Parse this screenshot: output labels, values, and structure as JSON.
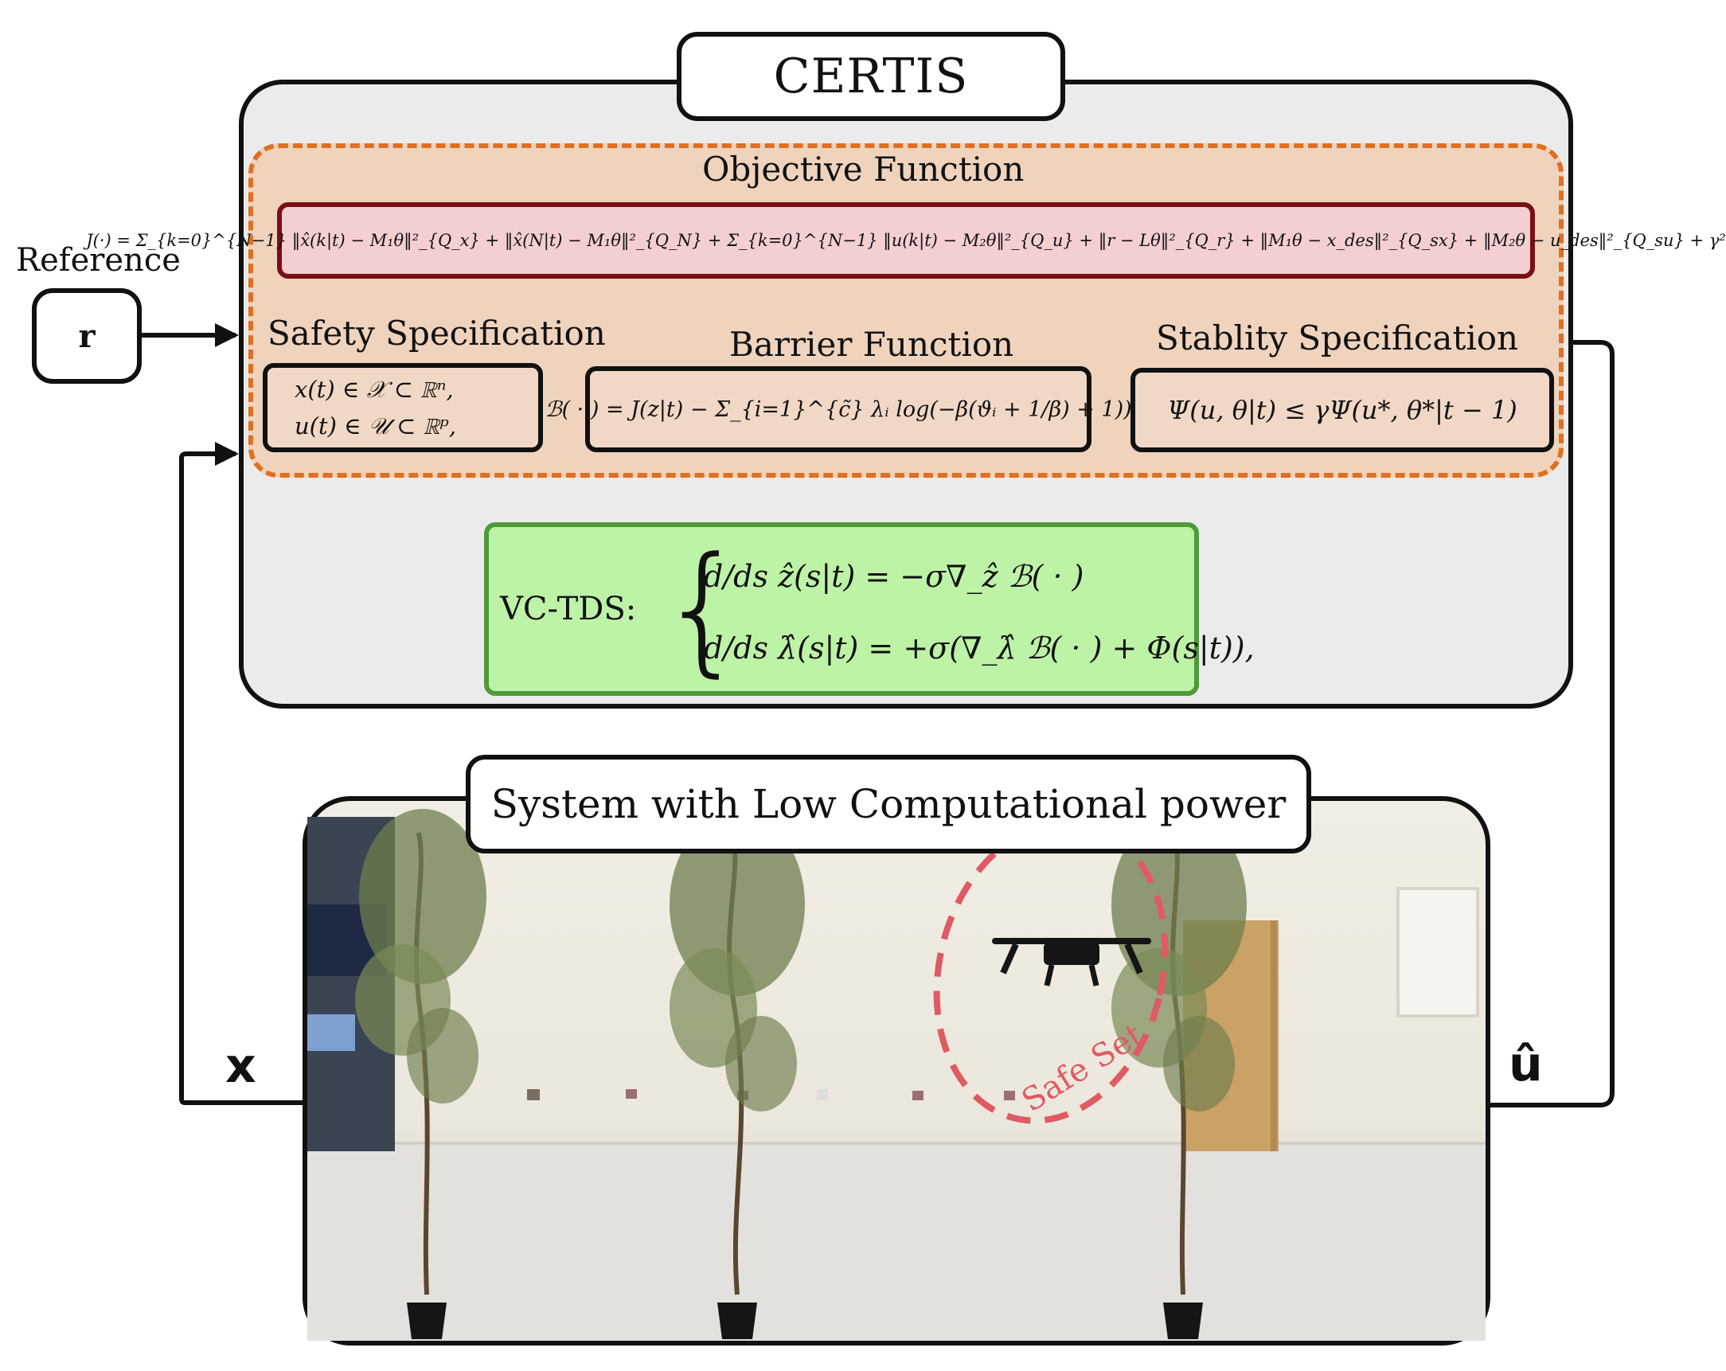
{
  "title": "CERTIS",
  "reference": {
    "label": "Reference",
    "symbol": "r"
  },
  "objective": {
    "title": "Objective Function",
    "equation": "J(·) = Σ_{k=0}^{N−1} ‖x̂(k|t) − M₁θ‖²_{Q_x} + ‖x̂(N|t) − M₁θ‖²_{Q_N} + Σ_{k=0}^{N−1} ‖u(k|t) − M₂θ‖²_{Q_u} + ‖r − Lθ‖²_{Q_r} + ‖M₁θ − x_des‖²_{Q_sx} + ‖M₂θ − u_des‖²_{Q_su} + γ²"
  },
  "safety": {
    "title": "Safety Specification",
    "line1": "x(t) ∈ 𝒳 ⊂ ℝⁿ,",
    "line2": "u(t) ∈ 𝒰 ⊂ ℝᵖ,"
  },
  "barrier": {
    "title": "Barrier Function",
    "equation": "ℬ( · ) = J(z|t) − Σ_{i=1}^{c̃} λᵢ log(−β(ϑᵢ + 1/β) + 1))"
  },
  "stability": {
    "title": "Stablity Specification",
    "equation": "Ψ(u, θ|t) ≤ γΨ(u*, θ*|t − 1)"
  },
  "vctds": {
    "label": "VC-TDS:",
    "eq1": "d/ds ẑ(s|t) = −σ∇_ẑ ℬ( · )",
    "eq2": "d/ds λ̂(s|t) = +σ(∇_λ̂ ℬ( · ) + Φ(s|t)),"
  },
  "system": {
    "title": "System with Low Computational power",
    "safe_set": "Safe Set"
  },
  "signals": {
    "state": "x",
    "control": "û"
  },
  "colors": {
    "certis_bg": "#ebebeb",
    "orange_dash": "#e06f1f",
    "orange_fill": "#efd3bd",
    "objective_fill": "#f3cfd2",
    "objective_border": "#7a0f16",
    "vctds_fill": "#bdf3a6",
    "vctds_border": "#4f9a3a",
    "safe_set": "#e05a63"
  }
}
